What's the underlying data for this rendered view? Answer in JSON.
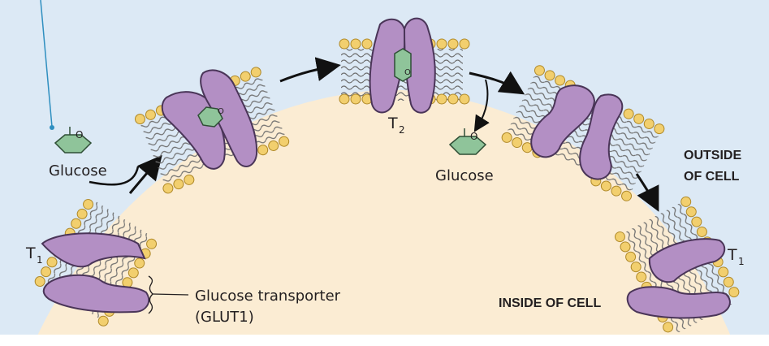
{
  "labels": {
    "glucose_outside": "Glucose",
    "glucose_inside": "Glucose",
    "t1_left": "T",
    "t1_left_sub": "1",
    "t2": "T",
    "t2_sub": "2",
    "t1_right": "T",
    "t1_right_sub": "1",
    "transporter_line1": "Glucose transporter",
    "transporter_line2": "(GLUT1)",
    "outside_line1": "OUTSIDE",
    "outside_line2": "OF CELL",
    "inside": "INSIDE OF CELL",
    "ring_o": "O"
  },
  "colors": {
    "outside_bg": "#dce9f5",
    "cell_interior": "#fbecd3",
    "protein_fill": "#b38fc4",
    "protein_stroke": "#4a3558",
    "glucose_fill": "#8fc49a",
    "lipid_head": "#f2cf6e",
    "leader_line": "#2f8fc0"
  }
}
